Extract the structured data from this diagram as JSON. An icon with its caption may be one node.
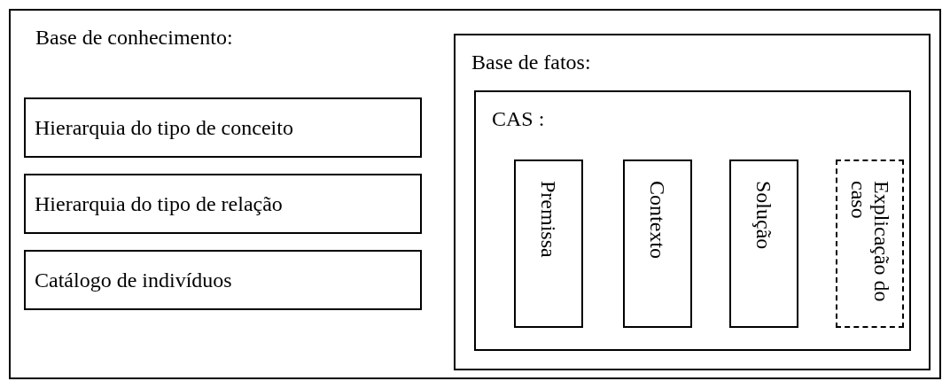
{
  "diagram": {
    "nodes": [
      {
        "text": [
          "Base de conhecimento:"
        ]
      },
      {
        "text": [
          "Hierarquia do tipo de conceito"
        ],
        "in": 0
      },
      {
        "text": [
          "Hierarquia do tipo de relação"
        ],
        "in": 0
      },
      {
        "text": [
          "Catálogo de indivíduos"
        ],
        "in": 0
      },
      {
        "text": [
          "Base de fatos:"
        ],
        "in": 0
      },
      {
        "text": [
          "CAS :"
        ],
        "in": 4
      },
      {
        "text": [
          "Premissa"
        ],
        "in": 5
      },
      {
        "text": [
          "Contexto"
        ],
        "in": 5
      },
      {
        "text": [
          "Solução"
        ],
        "in": 5
      },
      {
        "text": [
          "Explicação do caso"
        ],
        "in": 5
      }
    ]
  }
}
